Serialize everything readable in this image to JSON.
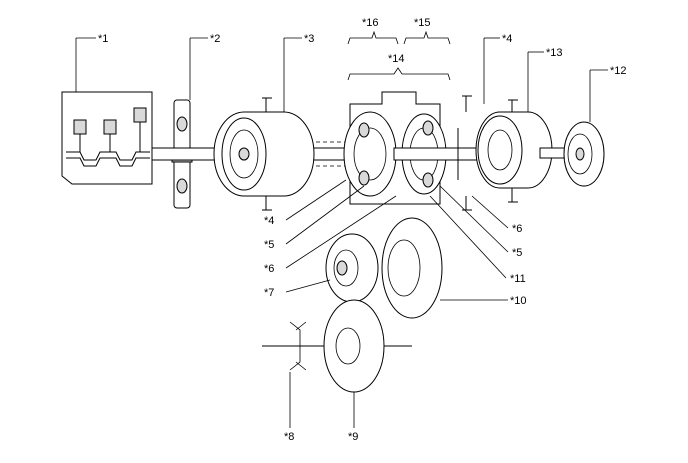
{
  "labels": {
    "l1": "*1",
    "l2": "*2",
    "l3": "*3",
    "l4a": "*4",
    "l4b": "*4",
    "l5a": "*5",
    "l5b": "*5",
    "l6a": "*6",
    "l6b": "*6",
    "l7": "*7",
    "l8": "*8",
    "l9": "*9",
    "l10": "*10",
    "l11": "*11",
    "l12": "*12",
    "l13": "*13",
    "l14": "*14",
    "l15": "*15",
    "l16": "*16"
  },
  "colors": {
    "line": "#000000",
    "fill": "#ffffff",
    "shade": "#d9d9d9"
  }
}
